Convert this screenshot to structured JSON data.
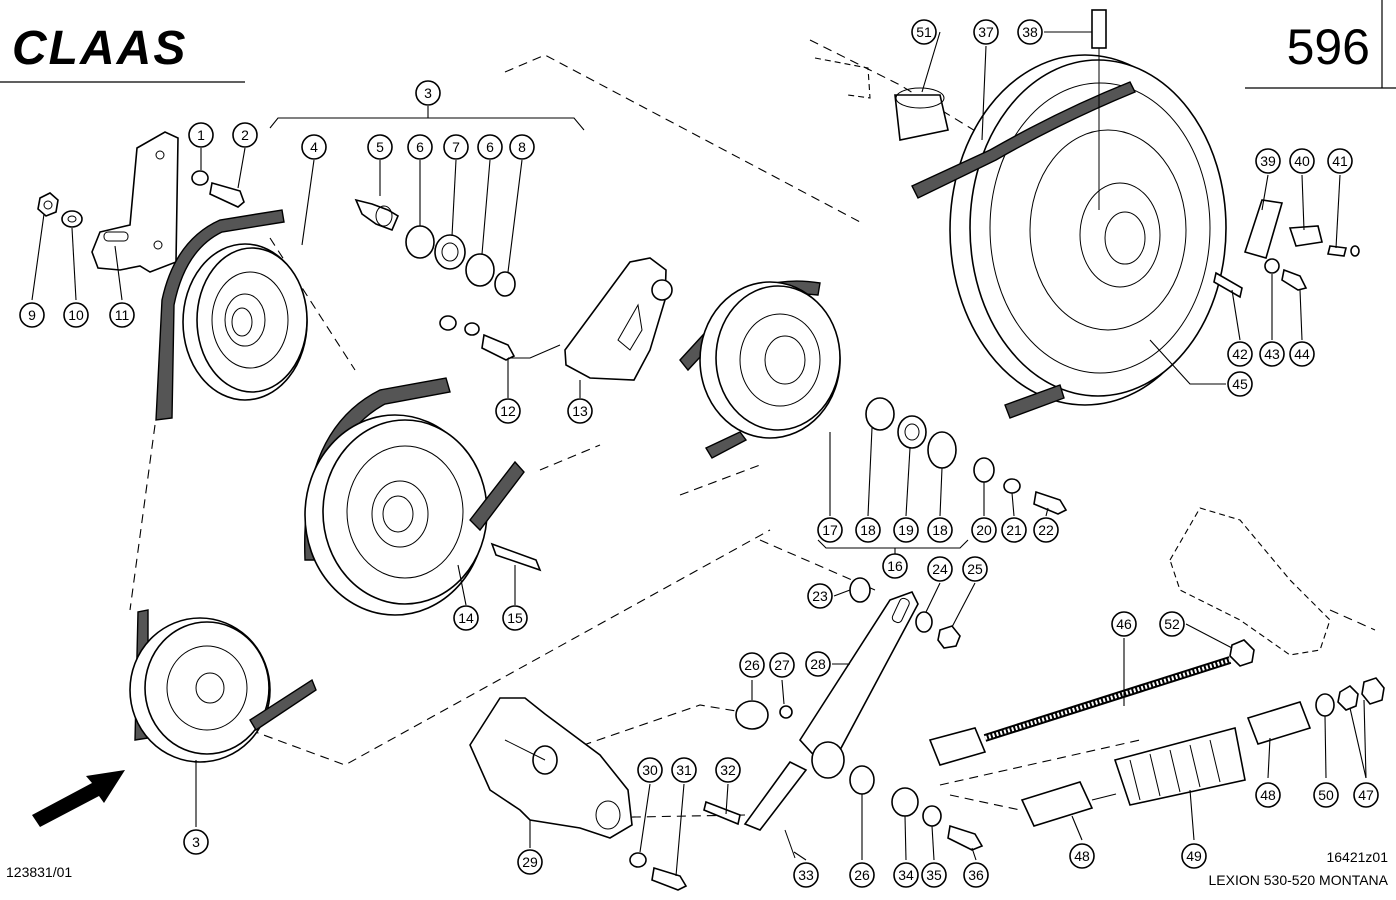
{
  "header": {
    "brand": "CLAAS",
    "page_number": "596"
  },
  "footer": {
    "drawing_id": "123831/01",
    "revision": "16421z01",
    "model": "LEXION 530-520 MONTANA"
  },
  "callouts": [
    {
      "id": "c1",
      "label": "1"
    },
    {
      "id": "c2",
      "label": "2"
    },
    {
      "id": "c3a",
      "label": "3"
    },
    {
      "id": "c4",
      "label": "4"
    },
    {
      "id": "c5",
      "label": "5"
    },
    {
      "id": "c6a",
      "label": "6"
    },
    {
      "id": "c7",
      "label": "7"
    },
    {
      "id": "c6b",
      "label": "6"
    },
    {
      "id": "c8",
      "label": "8"
    },
    {
      "id": "c9",
      "label": "9"
    },
    {
      "id": "c10",
      "label": "10"
    },
    {
      "id": "c11",
      "label": "11"
    },
    {
      "id": "c12",
      "label": "12"
    },
    {
      "id": "c13",
      "label": "13"
    },
    {
      "id": "c14",
      "label": "14"
    },
    {
      "id": "c15",
      "label": "15"
    },
    {
      "id": "c16",
      "label": "16"
    },
    {
      "id": "c17",
      "label": "17"
    },
    {
      "id": "c18a",
      "label": "18"
    },
    {
      "id": "c19",
      "label": "19"
    },
    {
      "id": "c18b",
      "label": "18"
    },
    {
      "id": "c20",
      "label": "20"
    },
    {
      "id": "c21",
      "label": "21"
    },
    {
      "id": "c22",
      "label": "22"
    },
    {
      "id": "c23",
      "label": "23"
    },
    {
      "id": "c24",
      "label": "24"
    },
    {
      "id": "c25",
      "label": "25"
    },
    {
      "id": "c26a",
      "label": "26"
    },
    {
      "id": "c27",
      "label": "27"
    },
    {
      "id": "c28",
      "label": "28"
    },
    {
      "id": "c26b",
      "label": "26"
    },
    {
      "id": "c29",
      "label": "29"
    },
    {
      "id": "c30",
      "label": "30"
    },
    {
      "id": "c31",
      "label": "31"
    },
    {
      "id": "c32",
      "label": "32"
    },
    {
      "id": "c33",
      "label": "33"
    },
    {
      "id": "c34",
      "label": "34"
    },
    {
      "id": "c35",
      "label": "35"
    },
    {
      "id": "c36",
      "label": "36"
    },
    {
      "id": "c3b",
      "label": "3"
    },
    {
      "id": "c37",
      "label": "37"
    },
    {
      "id": "c38",
      "label": "38"
    },
    {
      "id": "c39",
      "label": "39"
    },
    {
      "id": "c40",
      "label": "40"
    },
    {
      "id": "c41",
      "label": "41"
    },
    {
      "id": "c42",
      "label": "42"
    },
    {
      "id": "c43",
      "label": "43"
    },
    {
      "id": "c44",
      "label": "44"
    },
    {
      "id": "c45",
      "label": "45"
    },
    {
      "id": "c46",
      "label": "46"
    },
    {
      "id": "c47",
      "label": "47"
    },
    {
      "id": "c48a",
      "label": "48"
    },
    {
      "id": "c48b",
      "label": "48"
    },
    {
      "id": "c49",
      "label": "49"
    },
    {
      "id": "c50",
      "label": "50"
    },
    {
      "id": "c51",
      "label": "51"
    },
    {
      "id": "c52",
      "label": "52"
    }
  ]
}
